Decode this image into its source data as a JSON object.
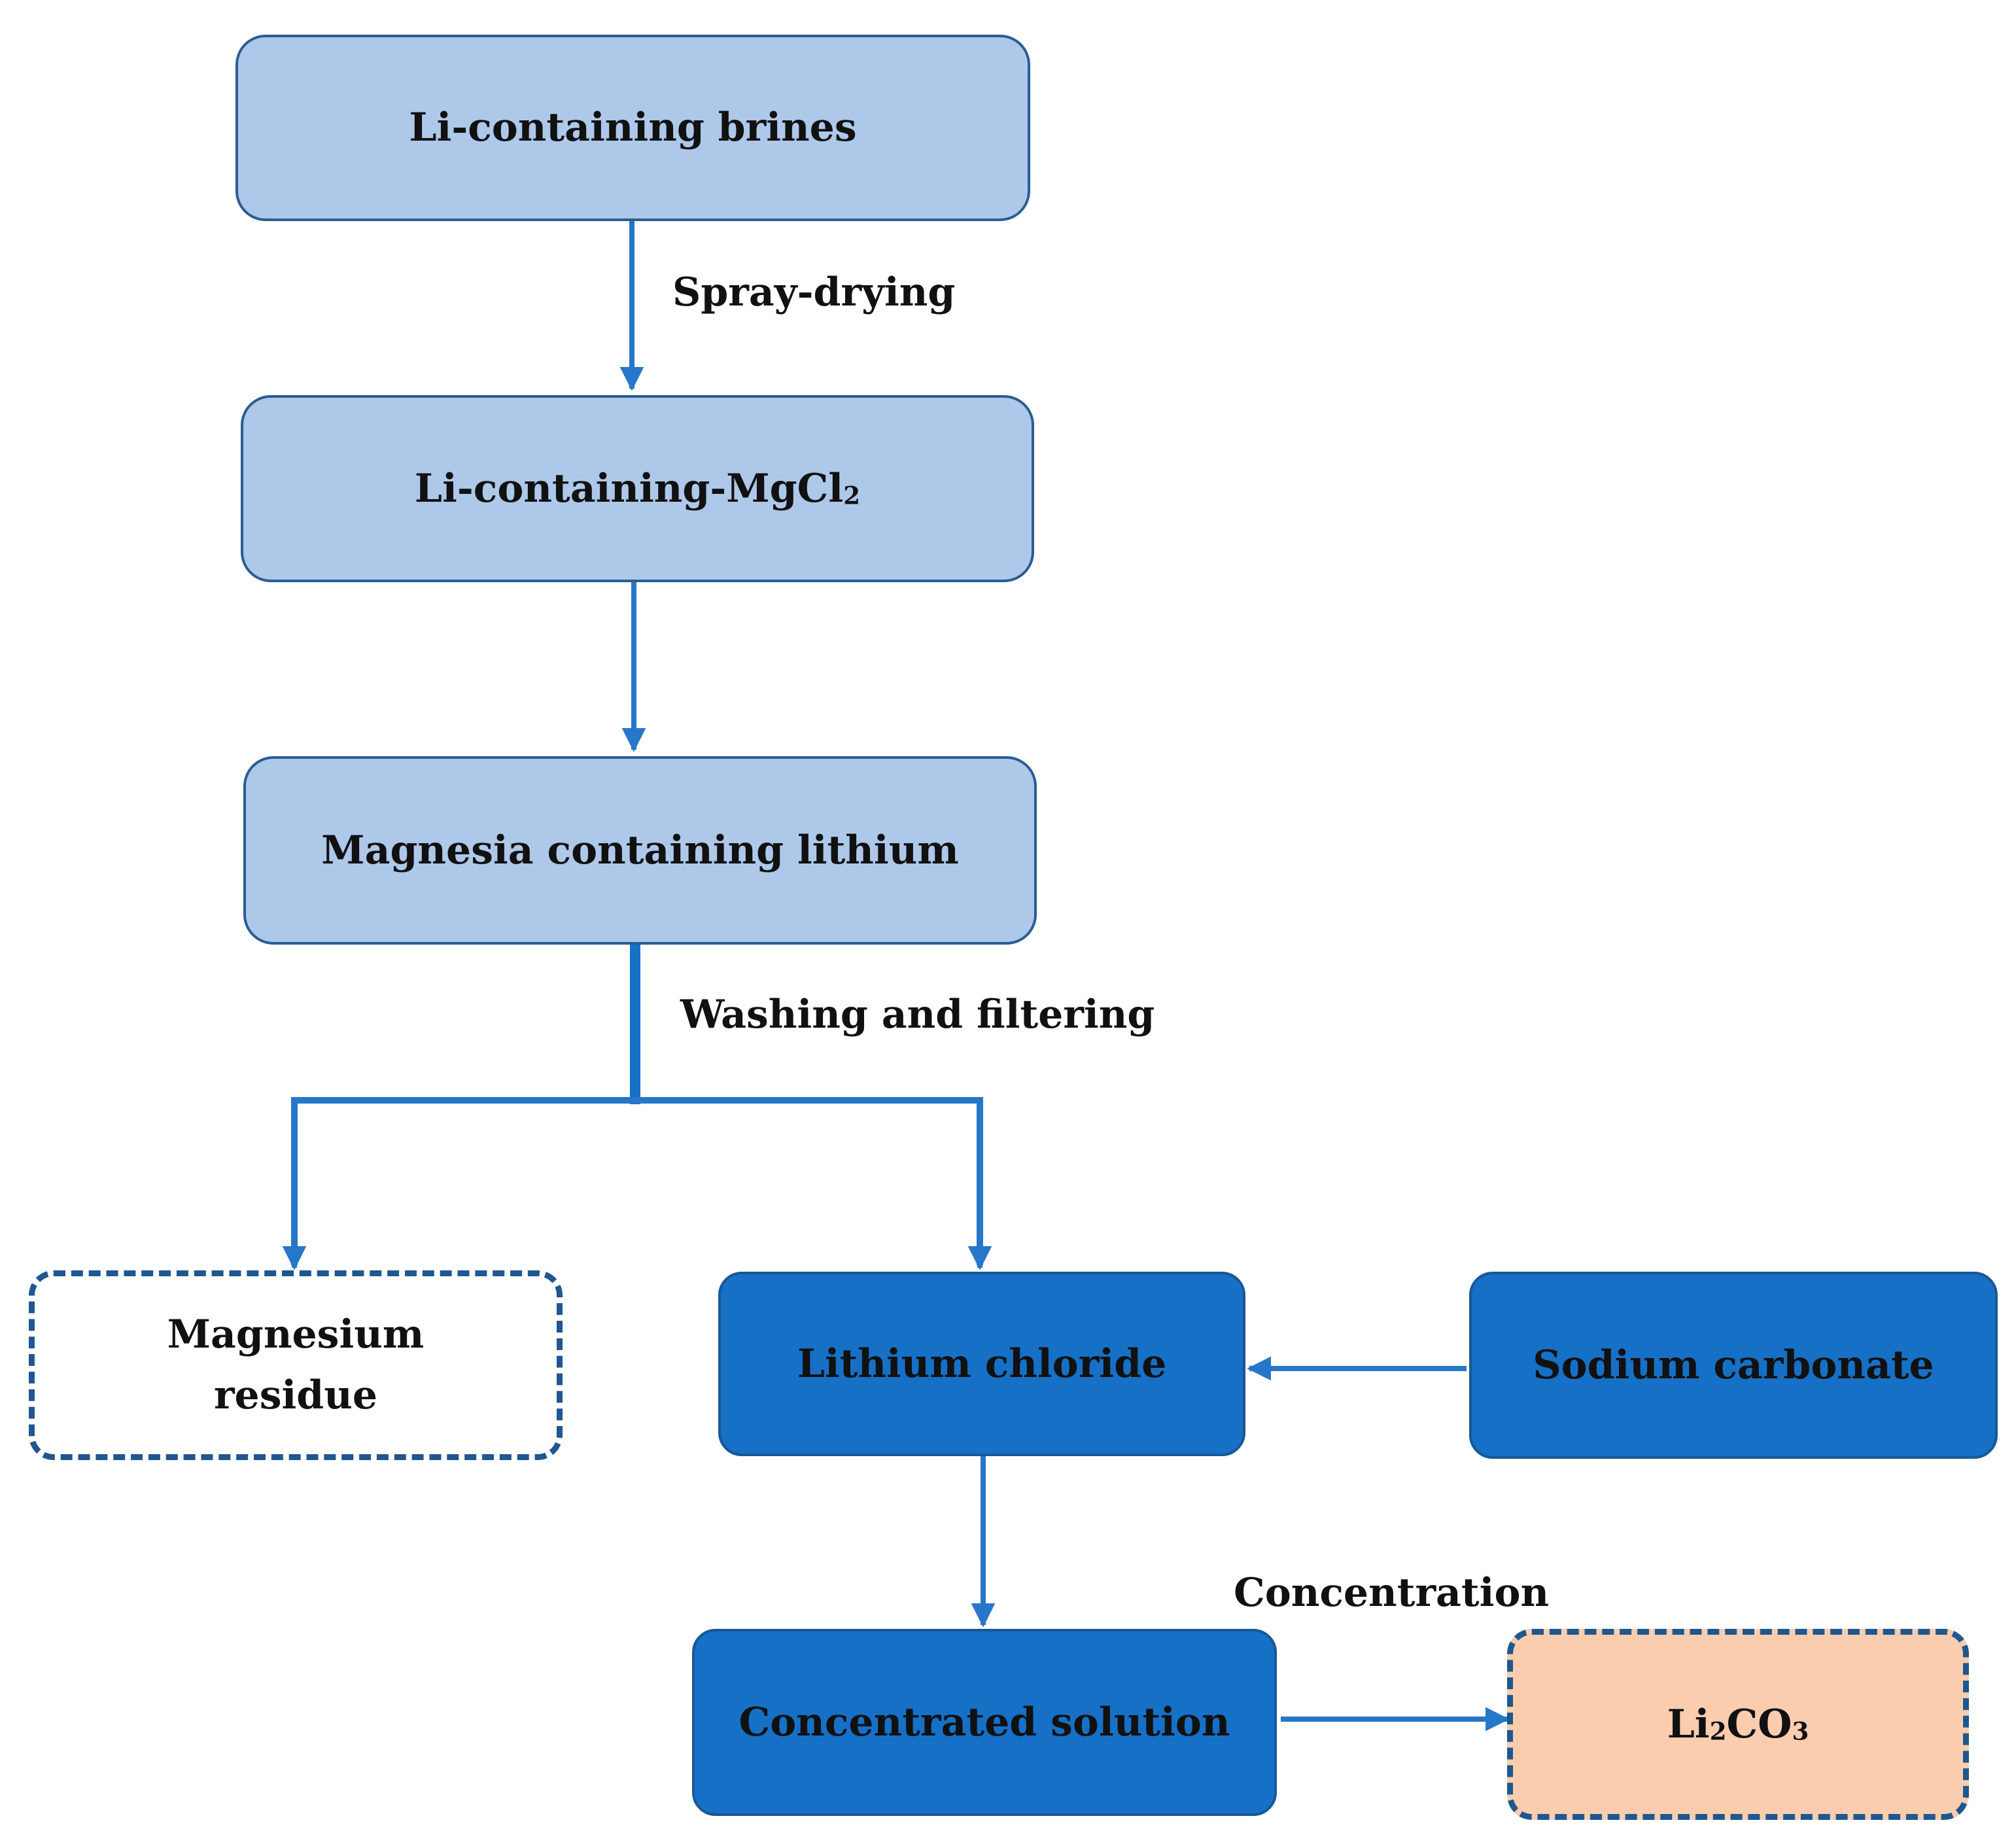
{
  "nodes": {
    "brines": "Li-containing brines",
    "mgcl2_main": "Li-containing-MgCl",
    "mgcl2_sub": "2",
    "magnesia": "Magnesia containing lithium",
    "mg_residue_line1": "Magnesium",
    "mg_residue_line2": "residue",
    "lithium_chloride": "Lithium chloride",
    "sodium_carbonate": "Sodium carbonate",
    "concentrated_solution": "Concentrated solution",
    "product_li": "Li",
    "product_sub1": "2",
    "product_co": "CO",
    "product_sub2": "3"
  },
  "edge_labels": {
    "spray_drying": "Spray-drying",
    "washing": "Washing and filtering",
    "concentration": "Concentration"
  },
  "colors": {
    "light_box": "#aec8ea",
    "dark_box": "#1670c6",
    "product_box": "#fbcdaf",
    "arrow": "#2677c9",
    "border": "#1f578e"
  }
}
